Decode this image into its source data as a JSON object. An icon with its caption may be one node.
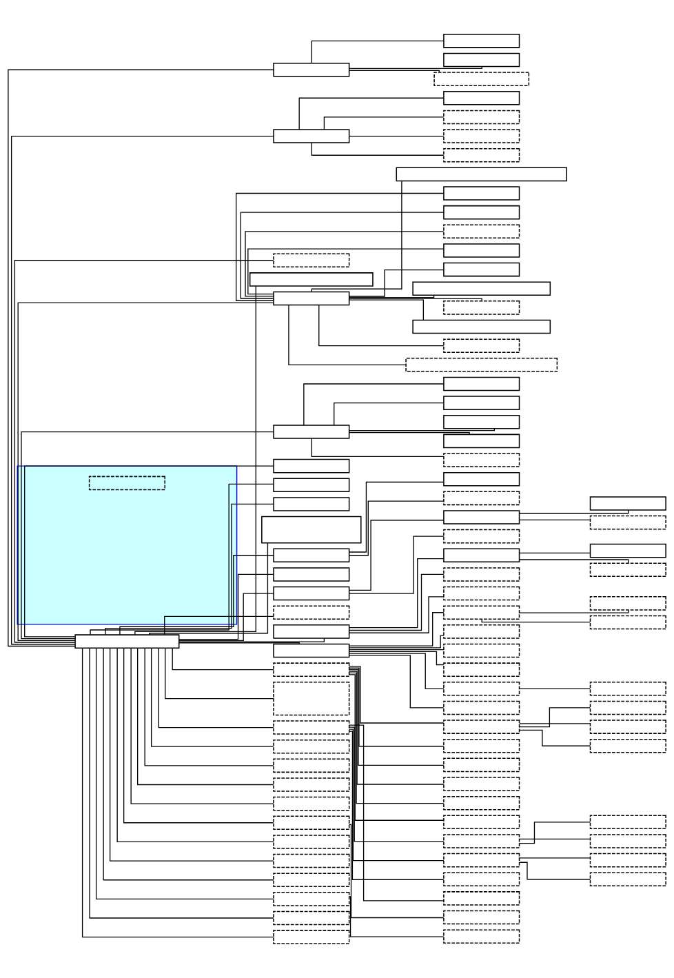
{
  "diagram": {
    "nodes": [
      {
        "text": [],
        "shape": "box"
      },
      {
        "text": [],
        "shape": "box"
      },
      {
        "text": [],
        "shape": "box"
      },
      {
        "text": [],
        "shape": "box"
      },
      {
        "text": [],
        "shape": "box"
      },
      {
        "text": [],
        "shape": "box"
      },
      {
        "text": [],
        "shape": "box"
      },
      {
        "text": [],
        "shape": "box"
      },
      {
        "text": [],
        "shape": "box"
      },
      {
        "text": [],
        "shape": "box"
      },
      {
        "text": [],
        "shape": "box"
      },
      {
        "text": [],
        "shape": "box"
      },
      {
        "text": [],
        "shape": "box"
      },
      {
        "text": [],
        "shape": "box"
      },
      {
        "text": [],
        "shape": "box"
      },
      {
        "text": [],
        "shape": "box"
      },
      {
        "text": [],
        "shape": "box"
      },
      {
        "text": [],
        "shape": "box"
      },
      {
        "text": [],
        "shape": "box"
      },
      {
        "text": [],
        "shape": "box"
      },
      {
        "text": [],
        "shape": "box"
      },
      {
        "text": [],
        "shape": "box"
      },
      {
        "text": [],
        "shape": "box"
      },
      {
        "text": [],
        "shape": "box"
      },
      {
        "text": [],
        "shape": "box"
      },
      {
        "text": [],
        "shape": "box"
      },
      {
        "text": [],
        "shape": "box"
      },
      {
        "text": [],
        "shape": "box"
      },
      {
        "text": [],
        "shape": "box"
      },
      {
        "text": [],
        "shape": "box"
      },
      {
        "text": [],
        "shape": "box"
      },
      {
        "text": [],
        "shape": "box"
      },
      {
        "text": [],
        "shape": "box"
      },
      {
        "text": [],
        "shape": "box"
      },
      {
        "text": [],
        "shape": "box"
      },
      {
        "text": [],
        "shape": "box"
      },
      {
        "text": [],
        "shape": "box"
      },
      {
        "text": [],
        "shape": "box"
      },
      {
        "text": [],
        "shape": "box"
      },
      {
        "text": [],
        "shape": "box"
      },
      {
        "text": [],
        "shape": "box"
      },
      {
        "text": [],
        "shape": "box"
      },
      {
        "text": [],
        "shape": "box"
      },
      {
        "text": [],
        "shape": "box"
      },
      {
        "text": [],
        "shape": "box"
      },
      {
        "text": [],
        "shape": "box"
      },
      {
        "text": [],
        "shape": "box"
      },
      {
        "text": [],
        "shape": "box"
      },
      {
        "text": [],
        "shape": "box"
      },
      {
        "text": [],
        "shape": "box"
      },
      {
        "text": [],
        "shape": "box"
      },
      {
        "text": [],
        "shape": "box"
      },
      {
        "text": [],
        "shape": "box"
      },
      {
        "text": [],
        "shape": "box"
      },
      {
        "text": [],
        "shape": "box"
      },
      {
        "text": [],
        "shape": "box"
      },
      {
        "text": [],
        "shape": "box"
      },
      {
        "text": [],
        "shape": "box"
      },
      {
        "text": [],
        "shape": "box"
      },
      {
        "text": [],
        "shape": "box"
      },
      {
        "text": [],
        "shape": "box"
      },
      {
        "text": [],
        "shape": "box"
      },
      {
        "text": [],
        "shape": "box"
      },
      {
        "text": [],
        "shape": "box"
      },
      {
        "text": [],
        "shape": "box"
      },
      {
        "text": [],
        "shape": "box"
      },
      {
        "text": [],
        "shape": "box"
      },
      {
        "text": [],
        "shape": "box"
      },
      {
        "text": [],
        "shape": "box"
      },
      {
        "text": [],
        "shape": "box"
      },
      {
        "text": [],
        "shape": "box"
      },
      {
        "text": [],
        "shape": "box"
      },
      {
        "text": [],
        "shape": "box"
      },
      {
        "text": [],
        "shape": "box"
      },
      {
        "text": [],
        "shape": "box"
      },
      {
        "text": [],
        "shape": "box"
      },
      {
        "text": [],
        "shape": "box"
      },
      {
        "text": [],
        "shape": "box"
      },
      {
        "text": [],
        "shape": "box"
      },
      {
        "text": [],
        "shape": "box"
      },
      {
        "text": [],
        "shape": "box"
      },
      {
        "text": [],
        "shape": "box"
      },
      {
        "text": [],
        "shape": "box"
      },
      {
        "text": [],
        "shape": "box"
      },
      {
        "text": [],
        "shape": "box"
      },
      {
        "text": [],
        "shape": "box"
      },
      {
        "text": [],
        "shape": "box"
      },
      {
        "text": [],
        "shape": "box"
      },
      {
        "text": [],
        "shape": "box"
      },
      {
        "text": [],
        "shape": "box"
      },
      {
        "text": [],
        "shape": "box"
      },
      {
        "text": [],
        "shape": "box"
      },
      {
        "text": [],
        "shape": "box"
      },
      {
        "text": [],
        "shape": "box"
      },
      {
        "text": [],
        "shape": "box",
        "in": 93
      }
    ],
    "edges": [
      {
        "from": 0,
        "to": 1,
        "arrow": "none"
      },
      {
        "from": 0,
        "to": 5,
        "arrow": "none"
      },
      {
        "from": 0,
        "to": 10,
        "arrow": "none"
      },
      {
        "from": 0,
        "to": 11,
        "arrow": "none"
      },
      {
        "from": 0,
        "to": 12,
        "arrow": "none"
      },
      {
        "from": 0,
        "to": 24,
        "arrow": "none"
      },
      {
        "from": 0,
        "to": 30,
        "arrow": "none"
      },
      {
        "from": 0,
        "to": 31,
        "arrow": "none"
      },
      {
        "from": 0,
        "to": 32,
        "arrow": "none"
      },
      {
        "from": 0,
        "to": 33,
        "arrow": "none"
      },
      {
        "from": 0,
        "to": 34,
        "arrow": "none"
      },
      {
        "from": 0,
        "to": 37,
        "arrow": "none"
      },
      {
        "from": 0,
        "to": 38,
        "arrow": "none"
      },
      {
        "from": 0,
        "to": 43,
        "arrow": "none"
      },
      {
        "from": 0,
        "to": 44,
        "arrow": "none"
      },
      {
        "from": 0,
        "to": 50,
        "arrow": "none"
      },
      {
        "from": 0,
        "to": 60,
        "arrow": "none"
      },
      {
        "from": 0,
        "to": 70,
        "arrow": "none"
      },
      {
        "from": 0,
        "to": 71,
        "arrow": "none"
      },
      {
        "from": 0,
        "to": 80,
        "arrow": "none"
      },
      {
        "from": 0,
        "to": 81,
        "arrow": "none"
      },
      {
        "from": 0,
        "to": 82,
        "arrow": "none"
      },
      {
        "from": 0,
        "to": 83,
        "arrow": "none"
      },
      {
        "from": 0,
        "to": 84,
        "arrow": "none"
      },
      {
        "from": 0,
        "to": 86,
        "arrow": "none"
      },
      {
        "from": 0,
        "to": 87,
        "arrow": "none"
      },
      {
        "from": 0,
        "to": 88,
        "arrow": "none"
      },
      {
        "from": 0,
        "to": 89,
        "arrow": "none"
      },
      {
        "from": 0,
        "to": 91,
        "arrow": "none"
      },
      {
        "from": 0,
        "to": 92,
        "arrow": "none"
      },
      {
        "from": 1,
        "to": 2,
        "arrow": "none"
      },
      {
        "from": 1,
        "to": 3,
        "arrow": "none"
      },
      {
        "from": 1,
        "to": 4,
        "arrow": "none"
      },
      {
        "from": 5,
        "to": 6,
        "arrow": "none"
      },
      {
        "from": 5,
        "to": 7,
        "arrow": "none"
      },
      {
        "from": 5,
        "to": 8,
        "arrow": "none"
      },
      {
        "from": 5,
        "to": 9,
        "arrow": "none"
      },
      {
        "from": 12,
        "to": 13,
        "arrow": "none"
      },
      {
        "from": 12,
        "to": 14,
        "arrow": "none"
      },
      {
        "from": 12,
        "to": 15,
        "arrow": "none"
      },
      {
        "from": 12,
        "to": 16,
        "arrow": "none"
      },
      {
        "from": 12,
        "to": 17,
        "arrow": "none"
      },
      {
        "from": 12,
        "to": 18,
        "arrow": "none"
      },
      {
        "from": 12,
        "to": 19,
        "arrow": "none"
      },
      {
        "from": 12,
        "to": 20,
        "arrow": "none"
      },
      {
        "from": 12,
        "to": 21,
        "arrow": "none"
      },
      {
        "from": 12,
        "to": 22,
        "arrow": "none"
      },
      {
        "from": 12,
        "to": 23,
        "arrow": "none"
      },
      {
        "from": 24,
        "to": 25,
        "arrow": "none"
      },
      {
        "from": 24,
        "to": 26,
        "arrow": "none"
      },
      {
        "from": 24,
        "to": 27,
        "arrow": "none"
      },
      {
        "from": 24,
        "to": 28,
        "arrow": "none"
      },
      {
        "from": 24,
        "to": 29,
        "arrow": "none"
      },
      {
        "from": 34,
        "to": 35,
        "arrow": "none"
      },
      {
        "from": 34,
        "to": 36,
        "arrow": "none"
      },
      {
        "from": 38,
        "to": 39,
        "arrow": "none"
      },
      {
        "from": 38,
        "to": 42,
        "arrow": "none"
      },
      {
        "from": 39,
        "to": 40,
        "arrow": "none"
      },
      {
        "from": 39,
        "to": 41,
        "arrow": "none"
      },
      {
        "from": 44,
        "to": 45,
        "arrow": "none"
      },
      {
        "from": 44,
        "to": 48,
        "arrow": "none"
      },
      {
        "from": 44,
        "to": 49,
        "arrow": "none"
      },
      {
        "from": 45,
        "to": 46,
        "arrow": "none"
      },
      {
        "from": 45,
        "to": 47,
        "arrow": "none"
      },
      {
        "from": 50,
        "to": 51,
        "arrow": "none"
      },
      {
        "from": 50,
        "to": 54,
        "arrow": "none"
      },
      {
        "from": 50,
        "to": 55,
        "arrow": "none"
      },
      {
        "from": 50,
        "to": 56,
        "arrow": "none"
      },
      {
        "from": 50,
        "to": 57,
        "arrow": "none"
      },
      {
        "from": 50,
        "to": 59,
        "arrow": "none"
      },
      {
        "from": 51,
        "to": 52,
        "arrow": "none"
      },
      {
        "from": 51,
        "to": 53,
        "arrow": "none"
      },
      {
        "from": 57,
        "to": 58,
        "arrow": "none"
      },
      {
        "from": 60,
        "to": 61,
        "arrow": "none"
      },
      {
        "from": 60,
        "to": 65,
        "arrow": "none"
      },
      {
        "from": 60,
        "to": 66,
        "arrow": "none"
      },
      {
        "from": 60,
        "to": 67,
        "arrow": "none"
      },
      {
        "from": 60,
        "to": 68,
        "arrow": "none"
      },
      {
        "from": 60,
        "to": 69,
        "arrow": "none"
      },
      {
        "from": 61,
        "to": 62,
        "arrow": "none"
      },
      {
        "from": 61,
        "to": 63,
        "arrow": "none"
      },
      {
        "from": 61,
        "to": 64,
        "arrow": "none"
      },
      {
        "from": 71,
        "to": 72,
        "arrow": "none"
      },
      {
        "from": 71,
        "to": 75,
        "arrow": "none"
      },
      {
        "from": 71,
        "to": 78,
        "arrow": "none"
      },
      {
        "from": 71,
        "to": 79,
        "arrow": "none"
      },
      {
        "from": 72,
        "to": 73,
        "arrow": "none"
      },
      {
        "from": 72,
        "to": 74,
        "arrow": "none"
      },
      {
        "from": 75,
        "to": 76,
        "arrow": "none"
      },
      {
        "from": 75,
        "to": 77,
        "arrow": "none"
      },
      {
        "from": 84,
        "to": 85,
        "arrow": "none"
      },
      {
        "from": 89,
        "to": 90,
        "arrow": "none"
      }
    ]
  }
}
